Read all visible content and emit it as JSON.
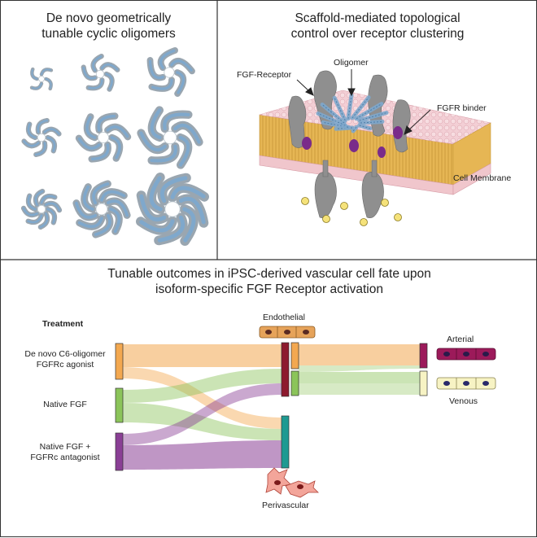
{
  "panel_a": {
    "title_line1": "De novo geometrically",
    "title_line2": "tunable cyclic oligomers"
  },
  "panel_b": {
    "title_line1": "Scaffold-mediated topological",
    "title_line2": "control over receptor clustering",
    "labels": {
      "oligomer": "Oligomer",
      "fgf_receptor": "FGF-Receptor",
      "fgfr_binder": "FGFR binder",
      "cell_membrane": "Cell Membrane"
    }
  },
  "panel_c": {
    "title_line1": "Tunable outcomes in iPSC-derived vascular cell fate upon",
    "title_line2": "isoform-specific FGF Receptor activation",
    "treatment_header": "Treatment",
    "treatments": [
      {
        "line1": "De novo C6-oligomer",
        "line2": "FGFRc agonist",
        "color": "#f3a850"
      },
      {
        "line1": "Native FGF",
        "line2": "",
        "color": "#8bc45a"
      },
      {
        "line1": "Native FGF +",
        "line2": "FGFRc antagonist",
        "color": "#8a3f95"
      }
    ],
    "outcomes": {
      "endothelial": {
        "label": "Endothelial",
        "color": "#8d1a2e"
      },
      "perivascular": {
        "label": "Perivascular",
        "color": "#1e9a92"
      },
      "arterial": {
        "label": "Arterial",
        "color": "#9c1a5a"
      },
      "venous": {
        "label": "Venous",
        "color": "#f7f3c4"
      }
    }
  },
  "colors": {
    "oligomer_blue": "#7fa8cc",
    "receptor_gray": "#8a8a8a",
    "membrane_pink": "#f0c6cc",
    "lipid_tail": "#d9a64a",
    "binder_purple": "#7a2b8a"
  }
}
